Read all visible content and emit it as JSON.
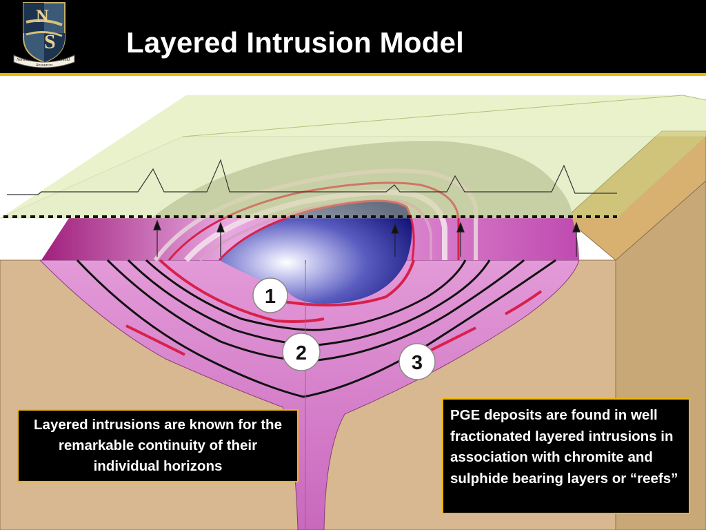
{
  "slide": {
    "title": "Layered Intrusion Model"
  },
  "logo": {
    "monogram_top": "N",
    "monogram_bottom": "S",
    "banner_left": "Northern",
    "banner_center": "Resources",
    "banner_right": "Shield"
  },
  "diagram": {
    "markers": [
      {
        "label": "1"
      },
      {
        "label": "2"
      },
      {
        "label": "3"
      }
    ]
  },
  "callouts": {
    "left": "Layered intrusions are known for the remarkable continuity of their individual horizons",
    "right": "PGE deposits are found in well fractionated layered intrusions in association with chromite and sulphide bearing layers or “reefs”"
  },
  "colors": {
    "header_bg": "#000000",
    "accent_gold": "#f0b800",
    "country_rock": "#d8b890",
    "intrusion_pink": "#d46cc4",
    "magma_blue": "#2a2ea0",
    "reef_red": "#d8204a",
    "surface_green": "#dce9a8"
  }
}
